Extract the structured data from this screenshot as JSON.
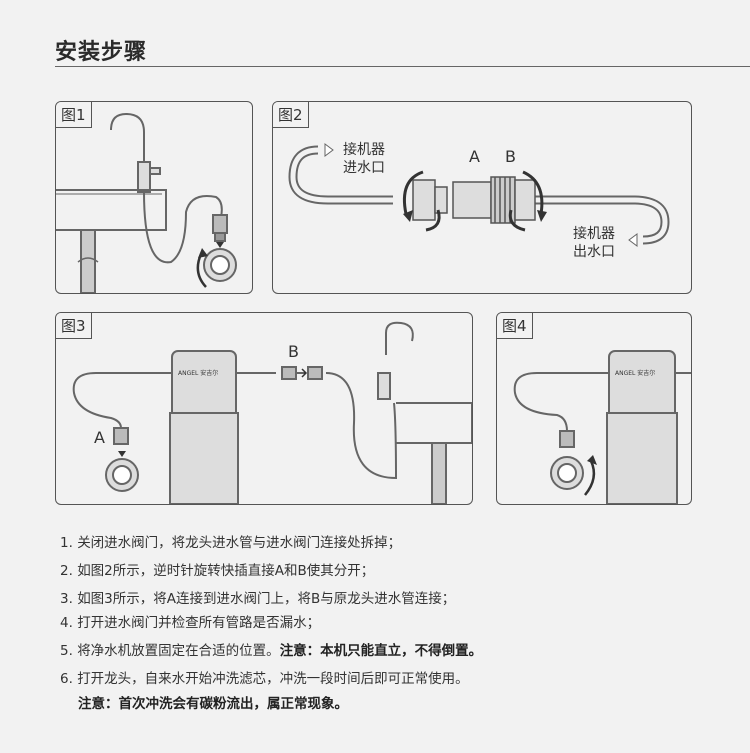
{
  "title": "安装步骤",
  "panels": {
    "fig1": {
      "tag": "图1"
    },
    "fig2": {
      "tag": "图2",
      "label_a": "A",
      "label_b": "B",
      "inlet_line1": "接机器",
      "inlet_line2": "进水口",
      "outlet_line1": "接机器",
      "outlet_line2": "出水口"
    },
    "fig3": {
      "tag": "图3",
      "label_a": "A",
      "label_b": "B",
      "brand": "ANGEL 安吉尔"
    },
    "fig4": {
      "tag": "图4",
      "brand": "ANGEL 安吉尔"
    }
  },
  "steps": [
    {
      "num": "1.",
      "text": "关闭进水阀门，将龙头进水管与进水阀门连接处拆掉；"
    },
    {
      "num": "2.",
      "text": "如图2所示，逆时针旋转快插直接A和B使其分开；"
    },
    {
      "num": "3.",
      "text": "如图3所示，将A连接到进水阀门上，将B与原龙头进水管连接；"
    },
    {
      "num": "4.",
      "text": "打开进水阀门并检查所有管路是否漏水；"
    },
    {
      "num": "5.",
      "text": "将净水机放置固定在合适的位置。",
      "bold": "注意：本机只能直立，不得倒置。"
    },
    {
      "num": "6.",
      "text": "打开龙头，自来水开始冲洗滤芯，冲洗一段时间后即可正常使用。"
    }
  ],
  "note": "注意：首次冲洗会有碳粉流出，属正常现象。"
}
